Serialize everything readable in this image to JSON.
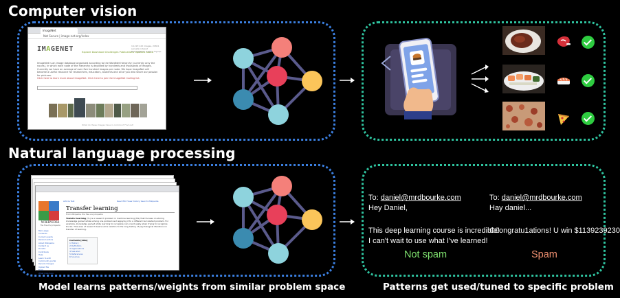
{
  "sections": {
    "cv_title": "Computer vision",
    "nlp_title": "Natural language processing"
  },
  "captions": {
    "left": "Model learns patterns/weights from similar problem space",
    "right": "Patterns get used/tuned to specific problem"
  },
  "imagenet": {
    "tab": "ImageNet",
    "url": "Not Secure | image-net.org/index",
    "logo_prefix": "IM",
    "logo_accent": "A",
    "logo_suffix": "GENET",
    "nav": "Explore  Download  Challenges  Publications  Updates  About",
    "stats_line1": "14,197,122 images, 21841 synsets indexed",
    "stats_line2": "Not logged in. Login | Signup",
    "body": "ImageNet is an image database organized according to the WordNet hierarchy (currently only the nouns), in which each node of the hierarchy is depicted by hundreds and thousands of images. Currently we have an average of over five hundred images per node. We hope ImageNet will become a useful resource for researchers, educators, students and all of you who share our passion for pictures.",
    "body_link": "Click here to learn more about ImageNet. Click here to join the ImageNet mailing list.",
    "footer": "What do these images have in common? Find out!"
  },
  "wiki": {
    "wordmark": "WIKIPEDIA",
    "tagline": "The Free Encyclopedia",
    "side_links": [
      "Main page",
      "Contents",
      "Current events",
      "Random article",
      "About Wikipedia",
      "Contact us",
      "Donate",
      "Contribute",
      "Help",
      "Learn to edit",
      "Community portal",
      "Recent changes",
      "Upload file",
      "Tools",
      "What links here"
    ],
    "tabs_left": "Article   Talk",
    "tabs_right": "Read   Edit   View history   Search Wikipedia",
    "title": "Transfer learning",
    "from": "From Wikipedia, the free encyclopedia",
    "body_lead": "Transfer learning",
    "body_rest": " (TL) is a research problem in machine learning (ML) that focuses on storing knowledge gained while solving one problem and applying it to a different but related problem. For example, knowledge gained while learning to recognize cars could apply when trying to recognize trucks. This area of research bears some relation to the long history of psychological literature on transfer of learning.",
    "toc_header": "Contents [hide]",
    "toc_items": [
      "1 History",
      "2 Definition",
      "3 Applications",
      "4 See also",
      "5 References",
      "6 Sources"
    ]
  },
  "food": {
    "row_icons": [
      "steak-emoji",
      "sushi-emoji",
      "pizza-emoji"
    ],
    "checks": [
      "check-icon",
      "check-icon",
      "check-icon"
    ]
  },
  "emails": {
    "left": {
      "to_label": "To: ",
      "to_addr": "daniel@mrdbourke.com",
      "greeting": "Hey Daniel,",
      "line1": "This deep learning course is incredible!",
      "line2": "I can't wait to use what I've learned!"
    },
    "right": {
      "to_label": "To: ",
      "to_addr": "daniel@mrdbourke.com",
      "greeting": "Hay daniel...",
      "line1": "C0ongratu1ations! U win $1139239230"
    },
    "label_ok": "Not spam",
    "label_spam": "Spam"
  },
  "colors": {
    "panel_left": "#3b7fe0",
    "panel_right": "#2fc4a0",
    "node_pink": "#f4807a",
    "node_red": "#e8405a",
    "node_teal": "#8ed3dd",
    "node_blue": "#3b8bb0",
    "node_yellow": "#fbc55a",
    "edge": "#5a5a8c",
    "not_spam": "#7ee06e",
    "spam": "#f09070"
  }
}
